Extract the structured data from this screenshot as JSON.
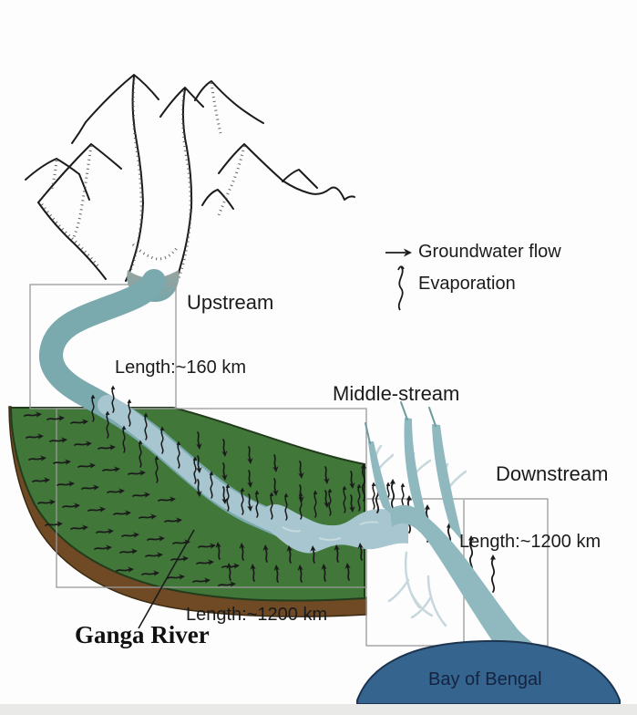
{
  "figure": {
    "legend": {
      "items": [
        {
          "symbol": "arrow-right",
          "label": "Groundwater flow"
        },
        {
          "symbol": "wavy-line",
          "label": "Evaporation"
        }
      ]
    },
    "regions": [
      {
        "name": "Upstream",
        "length": "Length:~160 km"
      },
      {
        "name": "Middle-stream",
        "length": "Length:~1200 km"
      },
      {
        "name": "Downstream",
        "length": "Length:~1200 km"
      }
    ],
    "river_label": "Ganga River",
    "water_body_label": "Bay of Bengal",
    "colors": {
      "floodplain_green": "#41783a",
      "soil_brown": "#6f4a24",
      "river_upstream": "#7aa9ae",
      "river_middle": "#a8c6cf",
      "river_downstream": "#8fb9bf",
      "bay_blue": "#35648f",
      "light_branch": "#c6d8dc",
      "outline_dark": "#223c1c",
      "box_stroke": "#9a9a9a",
      "ink": "#1b1b1b",
      "bottom_strip": "#e9e9e7"
    }
  }
}
